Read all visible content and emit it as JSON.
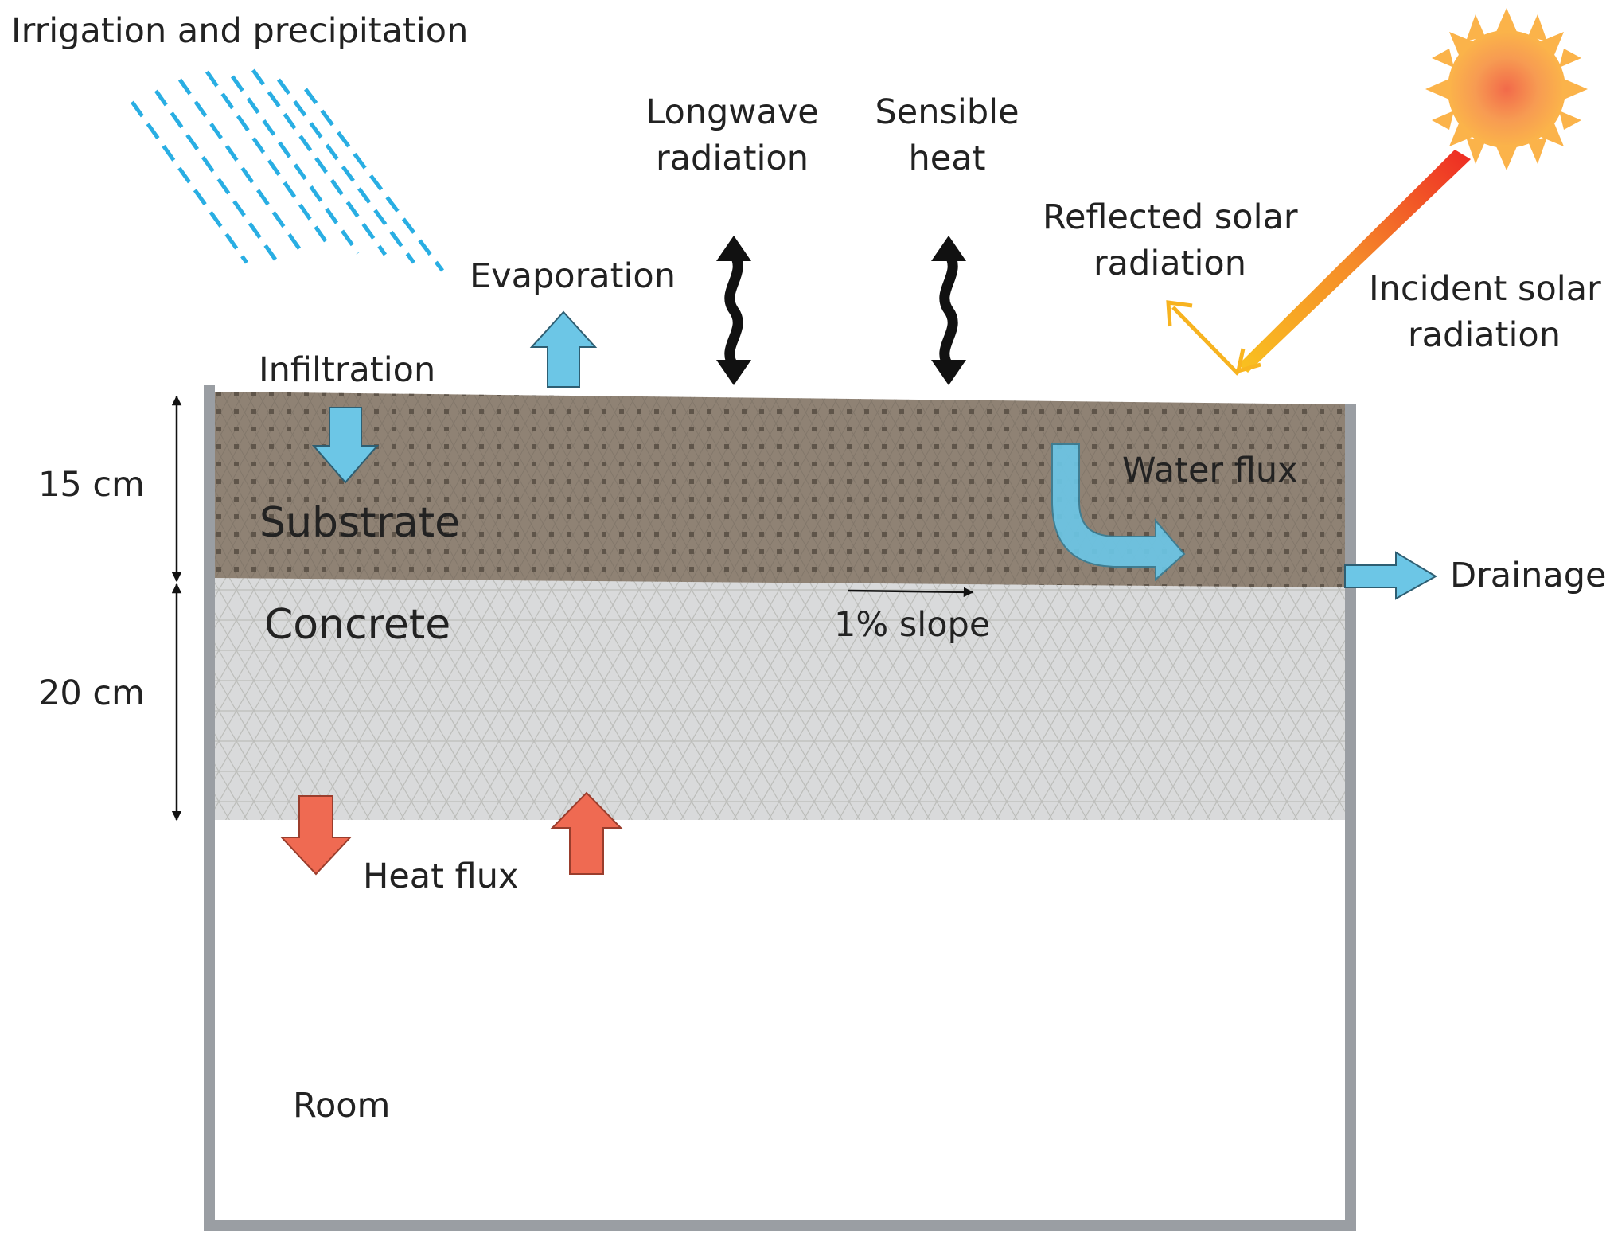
{
  "labels": {
    "irrigation": "Irrigation and precipitation",
    "longwave_1": "Longwave",
    "longwave_2": "radiation",
    "sensible_1": "Sensible",
    "sensible_2": "heat",
    "reflected_1": "Reflected solar",
    "reflected_2": "radiation",
    "incident_1": "Incident solar",
    "incident_2": "radiation",
    "evaporation": "Evaporation",
    "infiltration": "Infiltration",
    "water_flux": "Water flux",
    "substrate": "Substrate",
    "concrete": "Concrete",
    "slope": "1% slope",
    "drainage": "Drainage",
    "substrate_depth": "15 cm",
    "concrete_depth": "20 cm",
    "heat_flux": "Heat flux",
    "room": "Room"
  },
  "colors": {
    "substrate": "#8f8274",
    "concrete": "#d9dadb",
    "wall": "#9a9ea3",
    "water_arrow": "#6cc6e6",
    "heat_arrow": "#ef6a52",
    "rain": "#29aee3",
    "sun": "#f7a24a",
    "reflected": "#f7b320"
  },
  "icons": [
    "rain-icon",
    "sun-icon",
    "wavy-arrow-icon"
  ]
}
